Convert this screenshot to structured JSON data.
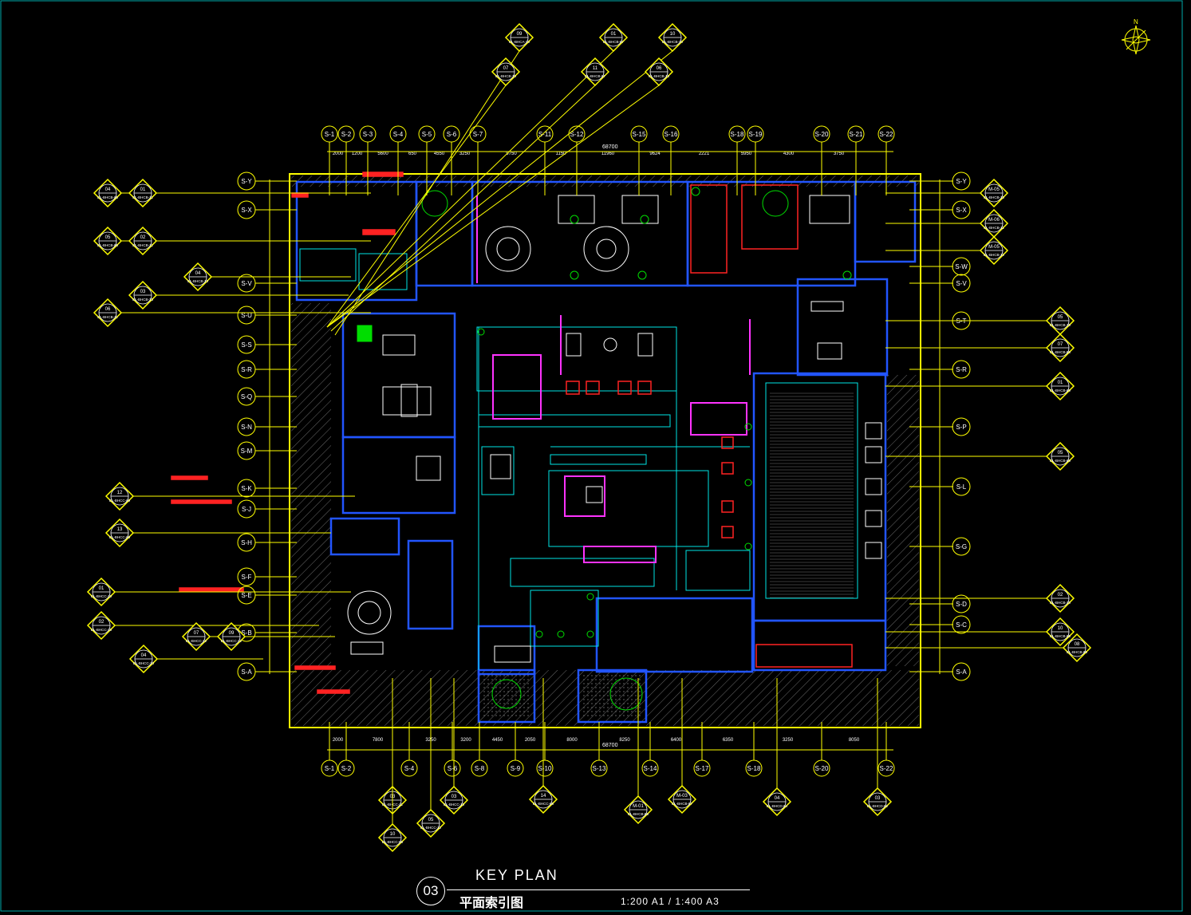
{
  "drawing": {
    "number": "03",
    "title_en": "KEY PLAN",
    "title_cn": "平面索引图",
    "scale": "1:200 A1 / 1:400 A3",
    "overall_dimension": "68700",
    "colors": {
      "background": "#000000",
      "boundary": "#ffff00",
      "grid": "#ffff00",
      "walls": "#0044ff",
      "detail": "#00ffff",
      "furniture": "#ffffff",
      "annotation": "#ff2020",
      "landscape": "#00ff00",
      "accent": "#ff00ff"
    },
    "north_arrow_icon": "north-arrow-icon"
  },
  "grid": {
    "top_labels": [
      "S-1",
      "S-2",
      "S-3",
      "S-4",
      "S-5",
      "S-6",
      "S-7",
      "S-11",
      "S-12",
      "S-15",
      "S-16",
      "S-18",
      "S-19",
      "S-20",
      "S-21",
      "S-22"
    ],
    "top_dims": [
      "2000",
      "1200",
      "5600",
      "650",
      "4550",
      "3250",
      "9750",
      "1150",
      "11960",
      "9624",
      "2221",
      "5950",
      "4300",
      "3750"
    ],
    "bottom_labels": [
      "S-1",
      "S-2",
      "S-4",
      "S-6",
      "S-8",
      "S-9",
      "S-10",
      "S-13",
      "S-14",
      "S-17",
      "S-18",
      "S-20",
      "S-22"
    ],
    "bottom_dims": [
      "2000",
      "7800",
      "3250",
      "3200",
      "4450",
      "2050",
      "8000",
      "8250",
      "6400",
      "6350",
      "3250",
      "8050"
    ],
    "left_labels": [
      "S-Y",
      "S-X",
      "S-V",
      "S-U",
      "S-S",
      "S-R",
      "S-Q",
      "S-N",
      "S-M",
      "S-K",
      "S-J",
      "S-H",
      "S-F",
      "S-E",
      "S-B",
      "S-A"
    ],
    "right_labels": [
      "S-Y",
      "S-X",
      "S-W",
      "S-V",
      "S-T",
      "S-R",
      "S-P",
      "S-L",
      "S-G",
      "S-D",
      "S-C",
      "S-A"
    ]
  },
  "callouts": {
    "top": [
      {
        "num": "09",
        "ref": "EL-BHCA-10"
      },
      {
        "num": "01",
        "ref": "EL-BHCB-07"
      },
      {
        "num": "10",
        "ref": "EL-BHCB-10"
      },
      {
        "num": "07",
        "ref": "EL-BHCB-15"
      },
      {
        "num": "11",
        "ref": "EL-BHCB-07"
      },
      {
        "num": "06",
        "ref": "EL-BHCB-13"
      }
    ],
    "left": [
      {
        "num": "04",
        "ref": "EL-BHCB-05"
      },
      {
        "num": "01",
        "ref": "EL-BHCB-11"
      },
      {
        "num": "05",
        "ref": "EL-BHCB-05"
      },
      {
        "num": "02",
        "ref": "EL-BHCB-11"
      },
      {
        "num": "03",
        "ref": "EL-BHCB-13"
      },
      {
        "num": "06",
        "ref": "EL-BHCB-11"
      },
      {
        "num": "04",
        "ref": "EL-BHCB-13"
      },
      {
        "num": "12",
        "ref": "EL-BHCC-09"
      },
      {
        "num": "13",
        "ref": "EL-BHCC-09"
      },
      {
        "num": "01",
        "ref": "EL-BHCC-10"
      },
      {
        "num": "02",
        "ref": "EL-BHCC-10"
      },
      {
        "num": "07",
        "ref": "EL-BHCC-12"
      },
      {
        "num": "09",
        "ref": "EL-BHCC-12"
      },
      {
        "num": "04",
        "ref": "EL-BHCC-10"
      }
    ],
    "right": [
      {
        "num": "M-05",
        "ref": "EL-BHCB-10"
      },
      {
        "num": "M-06",
        "ref": "EL-BHCB-11"
      },
      {
        "num": "M-05",
        "ref": "EL-BHCB-12"
      },
      {
        "num": "05",
        "ref": "EL-BHCB-10"
      },
      {
        "num": "07",
        "ref": "EL-BHCB-08"
      },
      {
        "num": "01",
        "ref": "EL-BHCB-09"
      },
      {
        "num": "05",
        "ref": "EL-BHCB-09"
      },
      {
        "num": "02",
        "ref": "EL-BHCB-10"
      },
      {
        "num": "10",
        "ref": "EL-BHCB-05"
      },
      {
        "num": "08",
        "ref": "EL-BHCB-05"
      }
    ],
    "bottom": [
      {
        "num": "03",
        "ref": "EL-BHCC-11"
      },
      {
        "num": "05",
        "ref": "EL-BHCC-12"
      },
      {
        "num": "10",
        "ref": "EL-BHCC-08"
      },
      {
        "num": "03",
        "ref": "EL-BHCC-10"
      },
      {
        "num": "14",
        "ref": "EL-BHCC-08"
      },
      {
        "num": "M-01",
        "ref": "EL-BHCB-08"
      },
      {
        "num": "M-03",
        "ref": "EL-BHCB-07"
      },
      {
        "num": "04",
        "ref": "EL-BHCD-04"
      },
      {
        "num": "03",
        "ref": "EL-BHCD-02"
      }
    ]
  }
}
